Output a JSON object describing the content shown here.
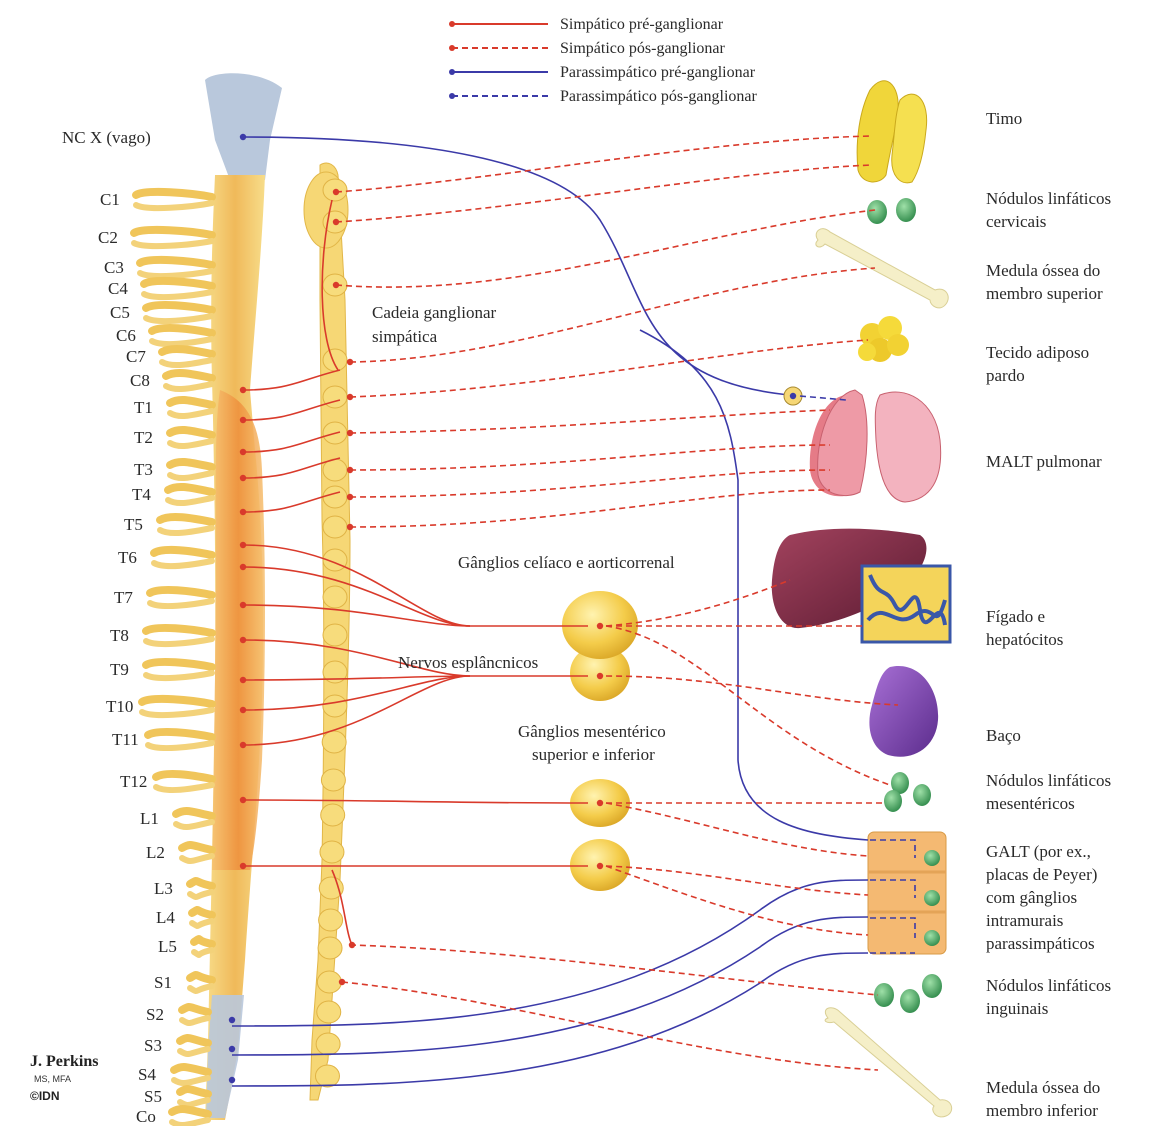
{
  "legend": [
    {
      "label": "Simpático pré-ganglionar",
      "color": "#d93a2b",
      "dashed": false
    },
    {
      "label": "Simpático pós-ganglionar",
      "color": "#d93a2b",
      "dashed": true
    },
    {
      "label": "Parassimpático pré-ganglionar",
      "color": "#3b3aa8",
      "dashed": false
    },
    {
      "label": "Parassimpático pós-ganglionar",
      "color": "#3b3aa8",
      "dashed": true
    }
  ],
  "vagus_label": "NC X (vago)",
  "segments": [
    "C1",
    "C2",
    "C3",
    "C4",
    "C5",
    "C6",
    "C7",
    "C8",
    "T1",
    "T2",
    "T3",
    "T4",
    "T5",
    "T6",
    "T7",
    "T8",
    "T9",
    "T10",
    "T11",
    "T12",
    "L1",
    "L2",
    "L3",
    "L4",
    "L5",
    "S1",
    "S2",
    "S3",
    "S4",
    "S5",
    "Co"
  ],
  "annotations": {
    "chain_1": "Cadeia ganglionar",
    "chain_2": "simpática",
    "celiac": "Gânglios celíaco e aorticorrenal",
    "splanchnic": "Nervos esplâncnicos",
    "mesenteric_1": "Gânglios mesentérico",
    "mesenteric_2": "superior e inferior"
  },
  "organs": {
    "thymus": [
      "Timo"
    ],
    "cervical_nodes": [
      "Nódulos linfáticos",
      "cervicais"
    ],
    "upper_marrow": [
      "Medula óssea do",
      "membro superior"
    ],
    "brown_fat": [
      "Tecido adiposo",
      "pardo"
    ],
    "lung_malt": [
      "MALT pulmonar"
    ],
    "liver": [
      "Fígado e",
      "hepatócitos"
    ],
    "spleen": [
      "Baço"
    ],
    "mesenteric_nodes": [
      "Nódulos linfáticos",
      "mesentéricos"
    ],
    "galt": [
      "GALT (por ex.,",
      "placas de Peyer)",
      "com gânglios",
      "intramurais",
      "parassimpáticos"
    ],
    "inguinal_nodes": [
      "Nódulos linfáticos",
      "inguinais"
    ],
    "lower_marrow": [
      "Medula óssea do",
      "membro inferior"
    ]
  },
  "signature": {
    "name": "J. Perkins",
    "credentials": "MS, MFA",
    "mark": "©IDN"
  },
  "colors": {
    "sympathetic": "#d93a2b",
    "parasympathetic": "#3b3aa8",
    "cord_yellow": "#f3c94f",
    "cord_orange": "#ef9b45",
    "brainstem": "#b9c8dc"
  }
}
